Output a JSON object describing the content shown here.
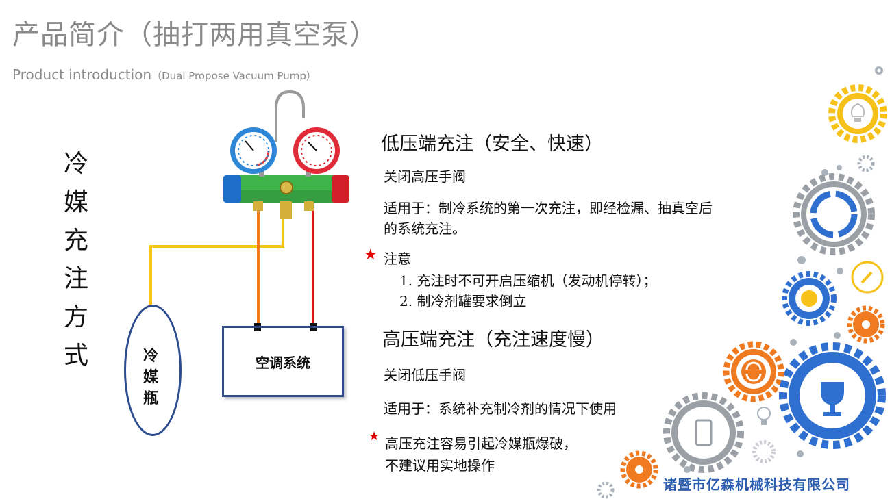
{
  "header": {
    "title": "产品简介（抽打两用真空泵）",
    "subtitle_main": "Product  introduction",
    "subtitle_paren": "（Dual Propose Vacuum Pump）"
  },
  "left": {
    "vertical_title": [
      "冷",
      "媒",
      "充",
      "注",
      "方",
      "式"
    ]
  },
  "diagram": {
    "bottle_label": [
      "冷",
      "媒",
      "瓶"
    ],
    "ac_label": "空调系统",
    "colors": {
      "blue_gauge": "#2e86d6",
      "red_gauge": "#e02a38",
      "manifold": "#3db34a",
      "yellow_hose": "#f5c518",
      "orange_hose": "#f07c1a",
      "red_hose": "#e0141e",
      "box_border": "#2d4d8e"
    }
  },
  "low_side": {
    "heading": "低压端充注（安全、快速）",
    "close_valve": "关闭高压手阀",
    "applies_line1": "适用于：制冷系统的第一次充注，即经检漏、抽真空后",
    "applies_line2": "的系统充注。",
    "note_label": "注意",
    "notes": [
      "1. 充注时不可开启压缩机（发动机停转）；",
      "2. 制冷剂罐要求倒立"
    ]
  },
  "high_side": {
    "heading": "高压端充注（充注速度慢）",
    "close_valve": "关闭低压手阀",
    "applies": "适用于：系统补充制冷剂的情况下使用",
    "warning_line1": "高压充注容易引起冷媒瓶爆破，",
    "warning_line2": "不建议用实地操作"
  },
  "footer": {
    "company": "诸暨市亿森机械科技有限公司"
  },
  "decor": {
    "icons": [
      "lightbulb-icon",
      "refresh-icon",
      "trophy-icon",
      "phone-icon",
      "chart-icon"
    ],
    "colors": {
      "gear_blue": "#2f6fd0",
      "gear_yellow": "#f6c21a",
      "gear_orange": "#f07a1f",
      "gear_gray": "#9aa0a6"
    }
  }
}
